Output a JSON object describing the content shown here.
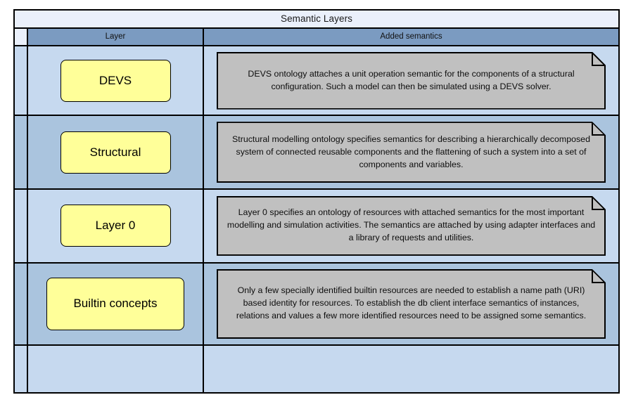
{
  "diagram": {
    "title": "Semantic Layers",
    "columns": {
      "layer": "Layer",
      "added_semantics": "Added semantics"
    },
    "colors": {
      "title_bg": "#eaf0fb",
      "header_bg": "#7b9bc1",
      "row_dark": "#aac4de",
      "row_light": "#c6d9ef",
      "layer_box": "#ffff99",
      "note_bg": "#c0c0c0",
      "border": "#000000"
    },
    "rows": [
      {
        "layer": "DEVS",
        "note": "DEVS ontology attaches a unit operation semantic for the components of a structural configuration. Such a model can then be simulated using a DEVS solver."
      },
      {
        "layer": "Structural",
        "note": "Structural modelling ontology specifies semantics for describing a hierarchically decomposed system of connected reusable components and the flattening of such a system into a set of components and variables."
      },
      {
        "layer": "Layer 0",
        "note": "Layer 0 specifies an ontology of resources with attached semantics for the most important modelling and simulation activities. The semantics are attached by using adapter interfaces and a library of requests and utilities."
      },
      {
        "layer": "Builtin concepts",
        "note": "Only a few specially identified builtin resources are needed to establish a name path (URI) based identity for resources. To establish the db client interface semantics of instances, relations and values a few more identified resources need to be assigned some semantics."
      },
      {
        "layer": "",
        "note": ""
      }
    ]
  }
}
